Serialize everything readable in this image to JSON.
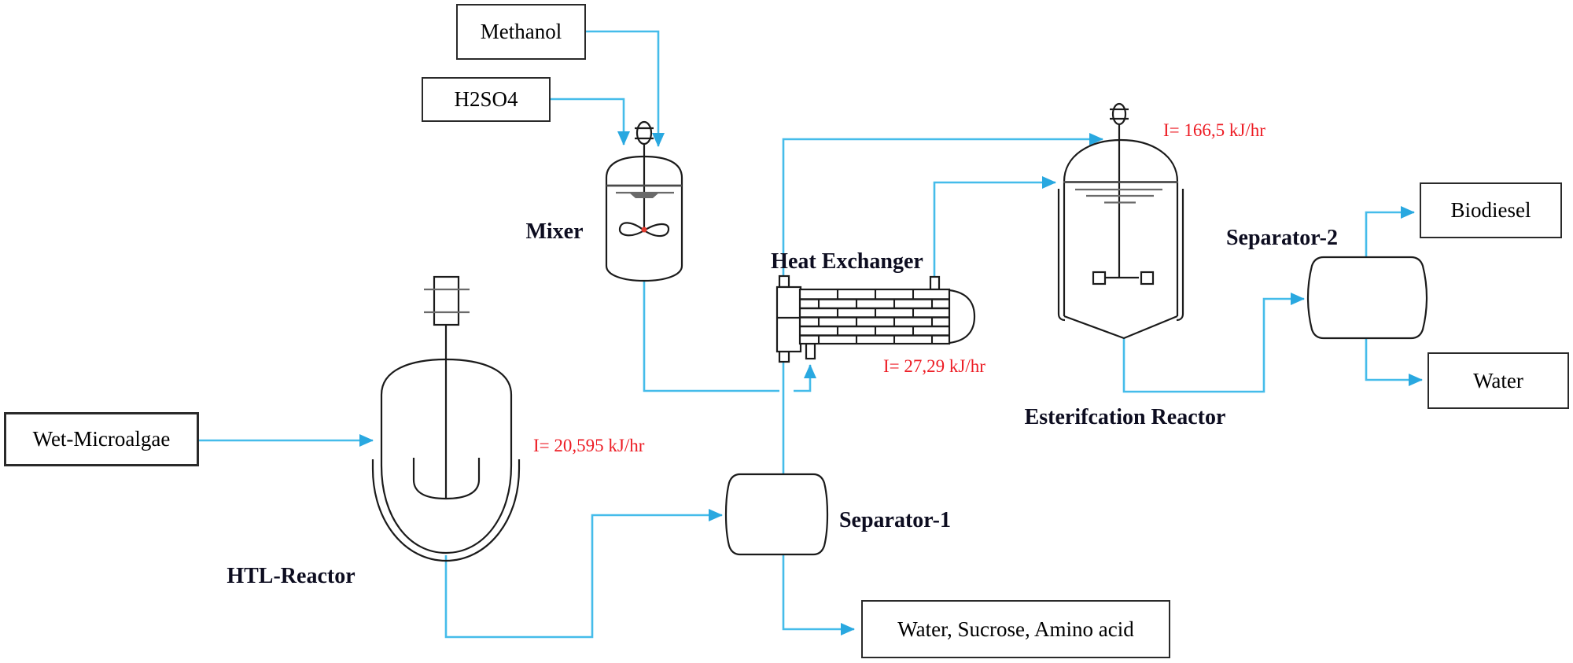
{
  "figure": {
    "type": "process-flow-diagram",
    "subject": "Biodiesel production from wet microalgae via HTL and esterification"
  },
  "stream_boxes": {
    "methanol": {
      "label": "Methanol"
    },
    "h2so4": {
      "label": "H2SO4"
    },
    "wet_microalgae": {
      "label": "Wet-Microalgae"
    },
    "biodiesel": {
      "label": "Biodiesel"
    },
    "water": {
      "label": "Water"
    },
    "water_sucrose_amino": {
      "label": "Water, Sucrose, Amino acid"
    }
  },
  "equipment_labels": {
    "mixer": "Mixer",
    "heat_exchanger": "Heat Exchanger",
    "htl_reactor": "HTL-Reactor",
    "separator_1": "Separator-1",
    "separator_2": "Separator-2",
    "esterification_reactor": "Esterifcation Reactor"
  },
  "energy_labels": {
    "htl_reactor": "I= 20,595 kJ/hr",
    "heat_exchanger": "I= 27,29 kJ/hr",
    "esterification_reactor": "I= 166,5 kJ/hr"
  },
  "streams": [
    {
      "from": "Methanol",
      "to": "Mixer"
    },
    {
      "from": "H2SO4",
      "to": "Mixer"
    },
    {
      "from": "Mixer",
      "to": "Heat Exchanger"
    },
    {
      "from": "Wet-Microalgae",
      "to": "HTL-Reactor"
    },
    {
      "from": "HTL-Reactor",
      "to": "Separator-1"
    },
    {
      "from": "Separator-1",
      "to": "Heat Exchanger"
    },
    {
      "from": "Separator-1",
      "to": "Water, Sucrose, Amino acid"
    },
    {
      "from": "Heat Exchanger",
      "to": "Esterifcation Reactor"
    },
    {
      "from": "Heat Exchanger",
      "to": "Esterifcation Reactor"
    },
    {
      "from": "Esterifcation Reactor",
      "to": "Separator-2"
    },
    {
      "from": "Separator-2",
      "to": "Biodiesel"
    },
    {
      "from": "Separator-2",
      "to": "Water"
    }
  ],
  "colors": {
    "stream_line": "#45BCEA",
    "arrowhead": "#29A8E0",
    "equipment_outline": "#1b1b1b",
    "energy_text": "#ED1C24",
    "label_text": "#0d0d20",
    "impeller_dot": "#E23A2E"
  }
}
